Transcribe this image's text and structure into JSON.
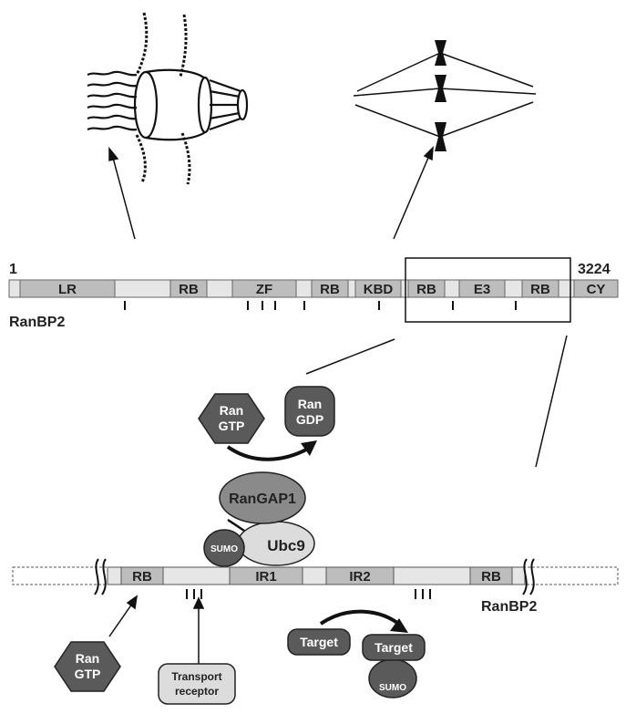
{
  "top_protein": {
    "name": "RanBP2",
    "start": "1",
    "end": "3224",
    "domains": [
      "LR",
      "RB",
      "ZF",
      "RB",
      "KBD",
      "RB",
      "E3",
      "RB",
      "CY"
    ]
  },
  "bottom_protein": {
    "name": "RanBP2",
    "domains": [
      "RB",
      "IR1",
      "IR2",
      "RB"
    ]
  },
  "complex": {
    "rangap1": "RanGAP1",
    "sumo": "SUMO",
    "ubc9": "Ubc9"
  },
  "ran_gtp_top": {
    "line1": "Ran",
    "line2": "GTP"
  },
  "ran_gdp": {
    "line1": "Ran",
    "line2": "GDP"
  },
  "ran_gtp_bottom": {
    "line1": "Ran",
    "line2": "GTP"
  },
  "transport_receptor": {
    "line1": "Transport",
    "line2": "receptor"
  },
  "target": "Target",
  "target_sumo": {
    "target": "Target",
    "sumo": "SUMO"
  },
  "colors": {
    "domain_fill": "#bdbdbd",
    "bar_fill": "#e6e6e6",
    "dark_node": "#5a5a5a",
    "mid_node": "#8a8a8a",
    "light_node": "#dcdcdc"
  }
}
